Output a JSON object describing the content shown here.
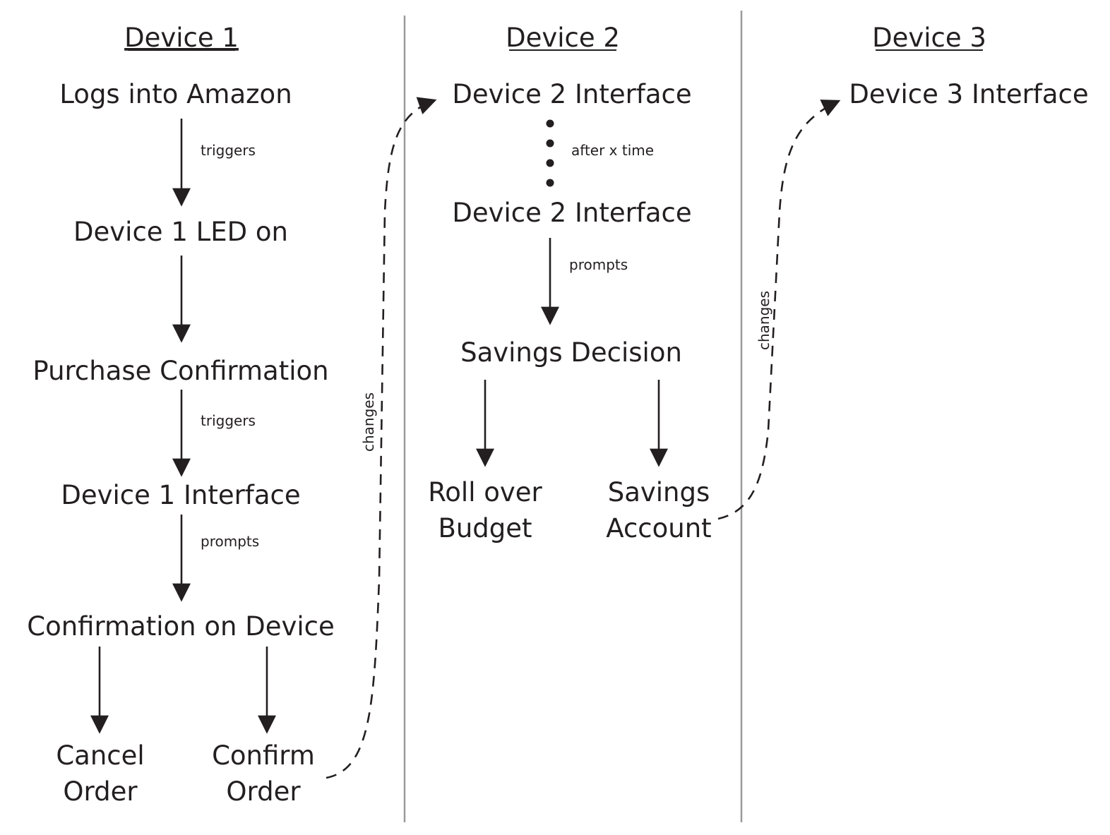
{
  "columns": [
    {
      "heading": "Device 1"
    },
    {
      "heading": "Device 2"
    },
    {
      "heading": "Device 3"
    }
  ],
  "nodes": {
    "logs_into_amazon": "Logs into Amazon",
    "device1_led_on": "Device 1 LED on",
    "purchase_confirmation": "Purchase Confirmation",
    "device1_interface": "Device 1 Interface",
    "confirmation_on_device": "Confirmation on Device",
    "cancel_order": [
      "Cancel",
      "Order"
    ],
    "confirm_order": [
      "Confirm",
      "Order"
    ],
    "device2_interface_top": "Device 2 Interface",
    "device2_interface_bottom": "Device 2 Interface",
    "savings_decision": "Savings Decision",
    "roll_over_budget": [
      "Roll over",
      "Budget"
    ],
    "savings_account": [
      "Savings",
      "Account"
    ],
    "device3_interface": "Device 3 Interface"
  },
  "edge_labels": {
    "triggers_1": "triggers",
    "triggers_2": "triggers",
    "prompts_1": "prompts",
    "after_x_time": "after x time",
    "prompts_2": "prompts",
    "changes_1": "changes",
    "changes_2": "changes"
  }
}
